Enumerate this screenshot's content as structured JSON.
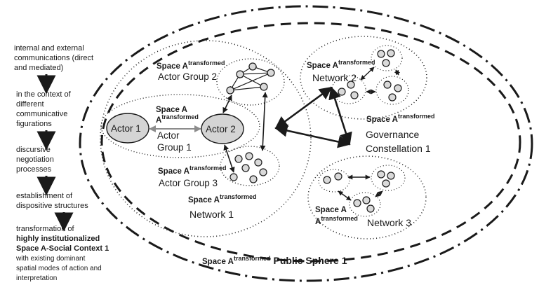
{
  "sidebar": {
    "steps": [
      {
        "lines": [
          "internal and external",
          "communications (direct",
          "and mediated)"
        ]
      },
      {
        "lines": [
          "in the context of",
          "different",
          "communicative",
          "figurations"
        ]
      },
      {
        "lines": [
          "discursive",
          "negotiation",
          "processes"
        ]
      },
      {
        "lines": [
          "establishment of",
          "dispositive structures"
        ]
      },
      {
        "lines": [
          "transformation of",
          "highly institutionalized",
          "Space A-Social Context 1",
          "with existing dominant",
          "spatial modes of action and",
          "interpretation"
        ]
      }
    ]
  },
  "space_prefix": "Space A",
  "space_superscript": "transformed",
  "labels": {
    "actor_group_2": "Actor Group 2",
    "actor_1": "Actor 1",
    "actor_2": "Actor 2",
    "actor_group_1_line1": "Actor",
    "actor_group_1_line2": "Group 1",
    "actor_group_3": "Actor Group 3",
    "network_1": "Network 1",
    "network_2": "Network 2",
    "network_3": "Network 3",
    "governance_line1": "Governance",
    "governance_line2": "Constellation 1",
    "public_sphere": "Public Sphere 1"
  },
  "colors": {
    "ink": "#1a1a1a",
    "node_fill": "#d9d9d9",
    "actor_fill": "#d4d4d4",
    "gray_arrow": "#8c8c8c"
  }
}
